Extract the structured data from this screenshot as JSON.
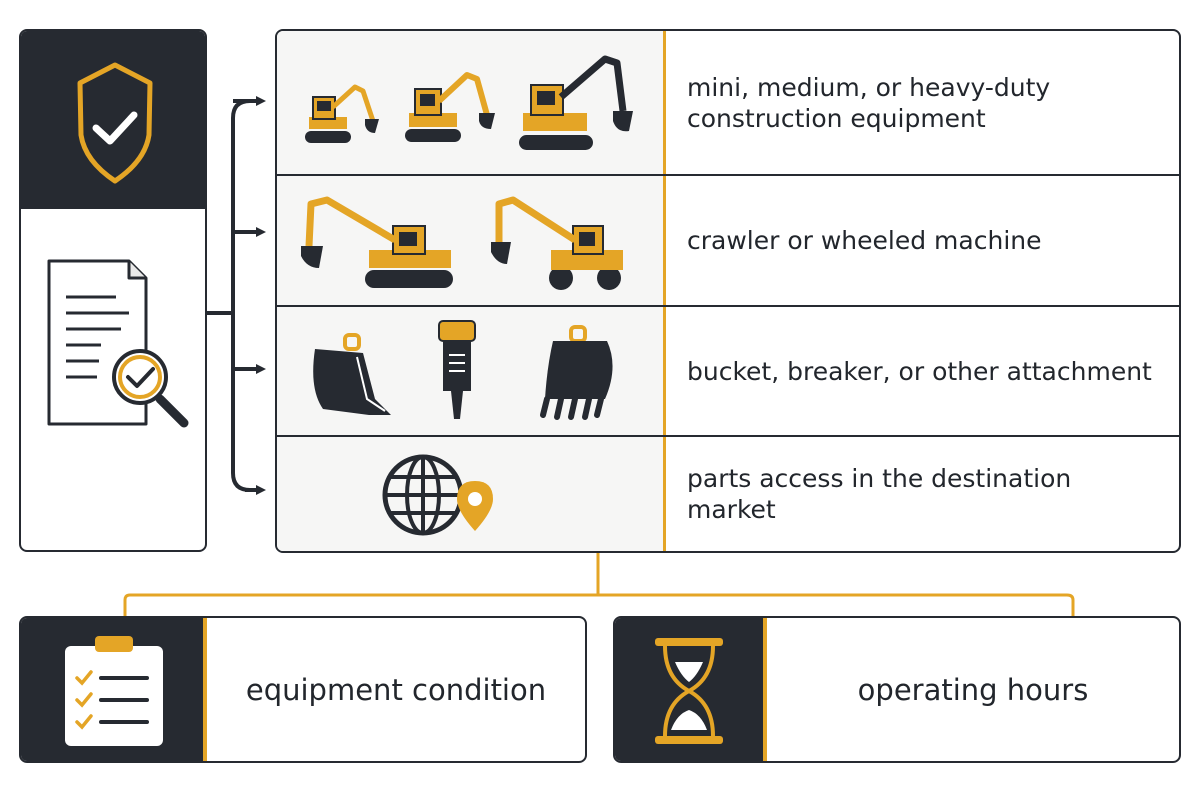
{
  "colors": {
    "dark": "#262a31",
    "accent": "#e4a526",
    "panel_bg": "#f6f6f5",
    "text": "#22262c"
  },
  "left_panel": {
    "top_icon": "shield-check-icon",
    "bottom_icon": "document-magnifier-check-icon"
  },
  "rows": [
    {
      "label": "mini, medium, or heavy-duty construction equipment",
      "icons": [
        "mini-excavator-icon",
        "medium-excavator-icon",
        "heavy-excavator-icon"
      ]
    },
    {
      "label": "crawler or wheeled machine",
      "icons": [
        "crawler-excavator-icon",
        "wheeled-excavator-icon"
      ]
    },
    {
      "label": "bucket, breaker, or other attachment",
      "icons": [
        "bucket-icon",
        "hydraulic-breaker-icon",
        "rake-bucket-icon"
      ]
    },
    {
      "label": "parts access in the destination market",
      "icons": [
        "globe-icon",
        "location-pin-icon"
      ]
    }
  ],
  "cards": [
    {
      "label": "equipment condition",
      "icon": "checklist-clipboard-icon"
    },
    {
      "label": "operating hours",
      "icon": "hourglass-icon"
    }
  ]
}
